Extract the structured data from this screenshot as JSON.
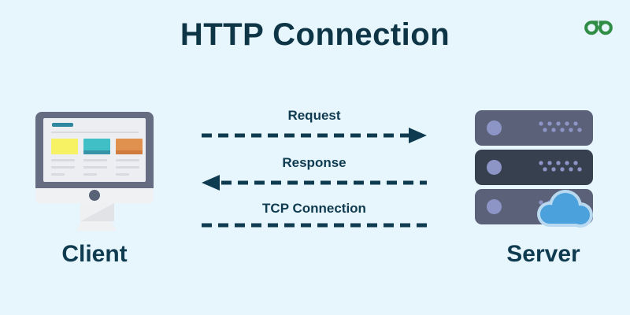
{
  "page": {
    "title": "HTTP Connection",
    "background_color": "#E7F5FC",
    "title_color": "#0E3546"
  },
  "logo": {
    "name": "GeeksforGeeks",
    "color": "#2F8D46"
  },
  "nodes": {
    "client": {
      "label": "Client",
      "icon": "desktop-monitor"
    },
    "server": {
      "label": "Server",
      "icon": "server-rack-with-cloud"
    }
  },
  "flows": [
    {
      "label": "Request",
      "from": "client",
      "to": "server",
      "line": "dashed",
      "arrowhead": "right"
    },
    {
      "label": "Response",
      "from": "server",
      "to": "client",
      "line": "dashed",
      "arrowhead": "left"
    },
    {
      "label": "TCP Connection",
      "from": "client",
      "to": "server",
      "line": "dashed",
      "arrowhead": "none"
    }
  ],
  "colors": {
    "arrow_and_text": "#0F3B50",
    "monitor_frame": "#666D83",
    "monitor_screen": "#EDEEF2",
    "screen_titlebar": "#2E86A0",
    "card_yellow": "#F6F263",
    "card_teal": "#41BFC6",
    "card_orange": "#E0914E",
    "server_unit": "#5A6179",
    "server_unit_dark": "#37404E",
    "server_accent": "#8C95C6",
    "cloud_fill": "#4BA1DC",
    "cloud_outline": "#B9D9F0"
  }
}
